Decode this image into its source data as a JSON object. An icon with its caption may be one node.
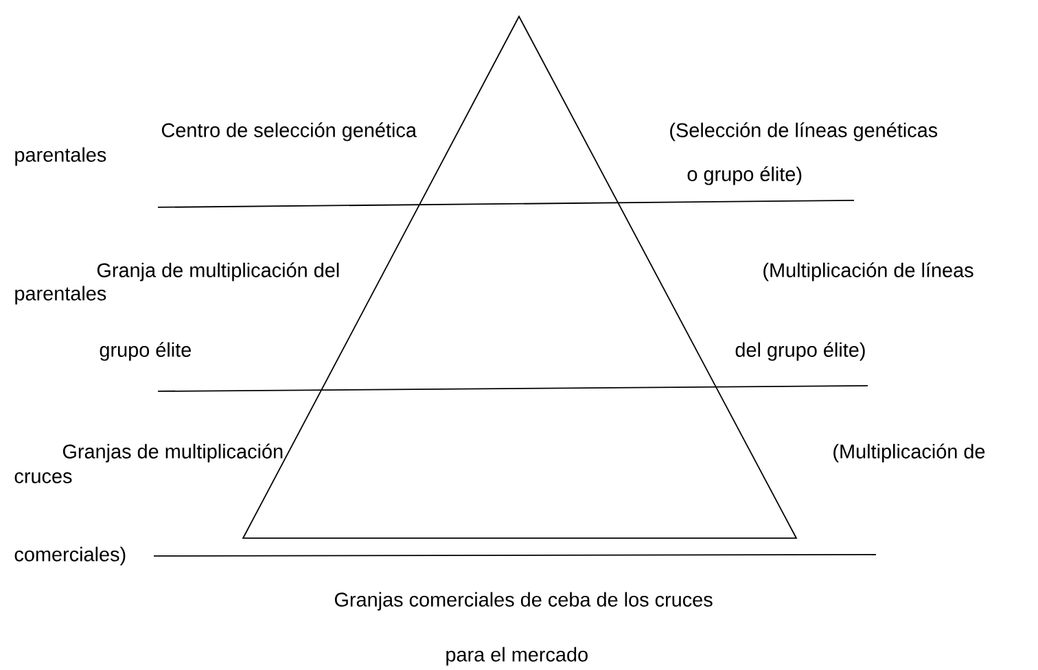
{
  "diagram": {
    "labels": [
      "Centro de selección genética",
      "(Selección de líneas genéticas",
      "parentales",
      "o grupo élite)",
      "Granja de multiplicación del",
      "(Multiplicación de líneas",
      "parentales",
      "grupo élite",
      "del grupo élite)",
      "Granjas de multiplicación",
      "(Multiplicación de",
      "cruces",
      "comerciales)",
      "Granjas comerciales de ceba de los cruces",
      "para el mercado"
    ]
  }
}
